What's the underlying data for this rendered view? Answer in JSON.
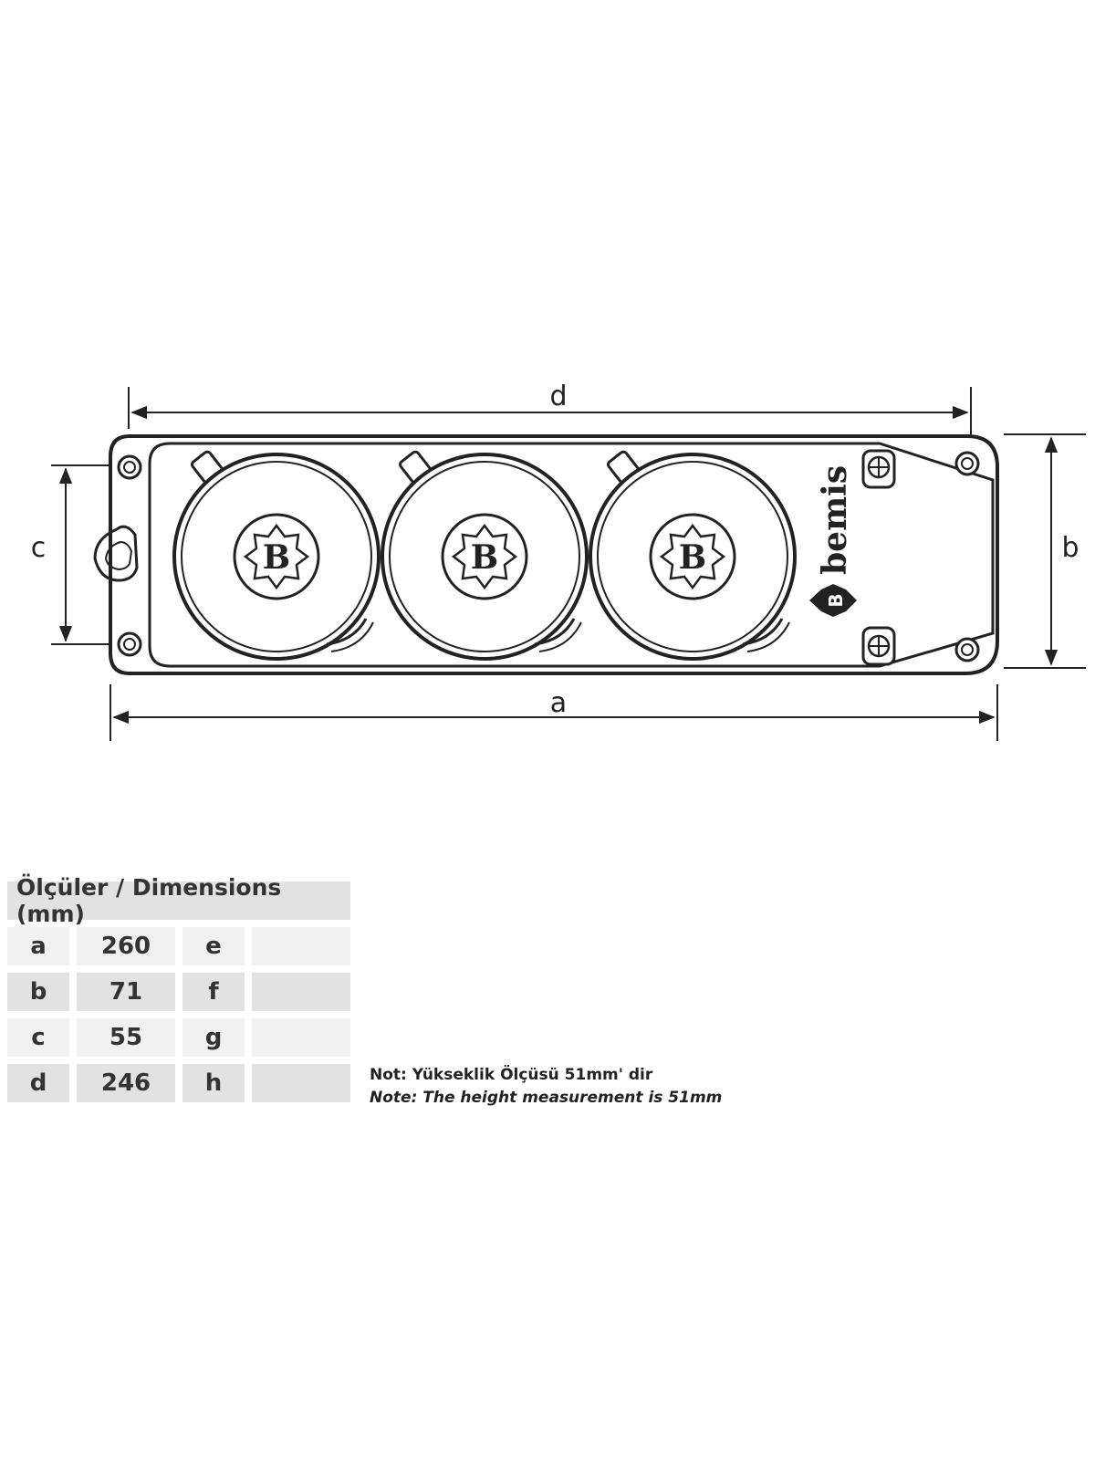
{
  "labels": {
    "a": "a",
    "b": "b",
    "c": "c",
    "d": "d"
  },
  "brand": {
    "name": "bemis",
    "mark": "B"
  },
  "table": {
    "header": "Ölçüler / Dimensions (mm)",
    "rows": [
      {
        "k1": "a",
        "v1": "260",
        "k2": "e",
        "v2": ""
      },
      {
        "k1": "b",
        "v1": "71",
        "k2": "f",
        "v2": ""
      },
      {
        "k1": "c",
        "v1": "55",
        "k2": "g",
        "v2": ""
      },
      {
        "k1": "d",
        "v1": "246",
        "k2": "h",
        "v2": ""
      }
    ]
  },
  "note": {
    "tr": "Not:  Yükseklik Ölçüsü 51mm' dir",
    "en": "Note: The height measurement is 51mm"
  }
}
